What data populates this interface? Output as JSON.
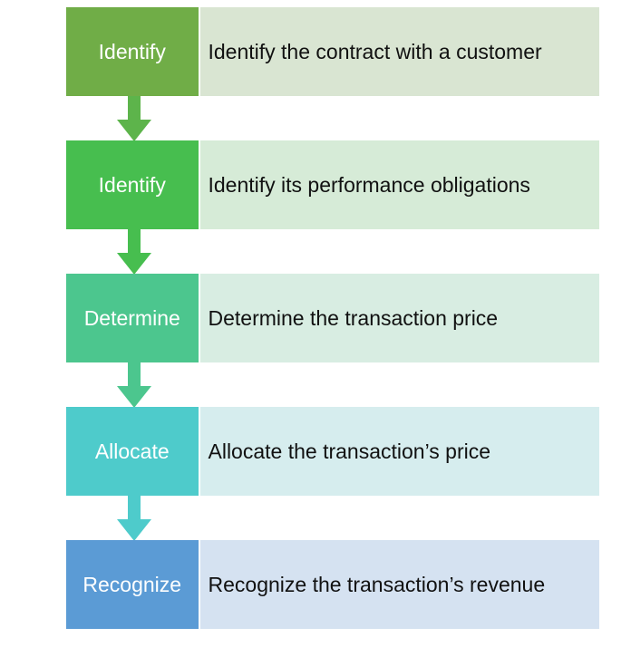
{
  "steps": [
    {
      "label": "Identify",
      "description": "Identify the contract with a customer",
      "label_color": "#70AD47",
      "desc_color": "#D9E5D2"
    },
    {
      "label": "Identify",
      "description": "Identify its performance obligations",
      "label_color": "#47BE4F",
      "desc_color": "#D6EBD7"
    },
    {
      "label": "Determine",
      "description": "Determine the transaction price",
      "label_color": "#4CC68E",
      "desc_color": "#D8EDE2"
    },
    {
      "label": "Allocate",
      "description": "Allocate the transaction’s price",
      "label_color": "#4ECBCB",
      "desc_color": "#D6EDEE"
    },
    {
      "label": "Recognize",
      "description": "Recognize the transaction’s revenue",
      "label_color": "#5B9BD5",
      "desc_color": "#D5E2F1"
    }
  ],
  "arrows": [
    {
      "color": "#5DB44B"
    },
    {
      "color": "#47BE4F"
    },
    {
      "color": "#4CC68E"
    },
    {
      "color": "#4ECBCB"
    }
  ]
}
